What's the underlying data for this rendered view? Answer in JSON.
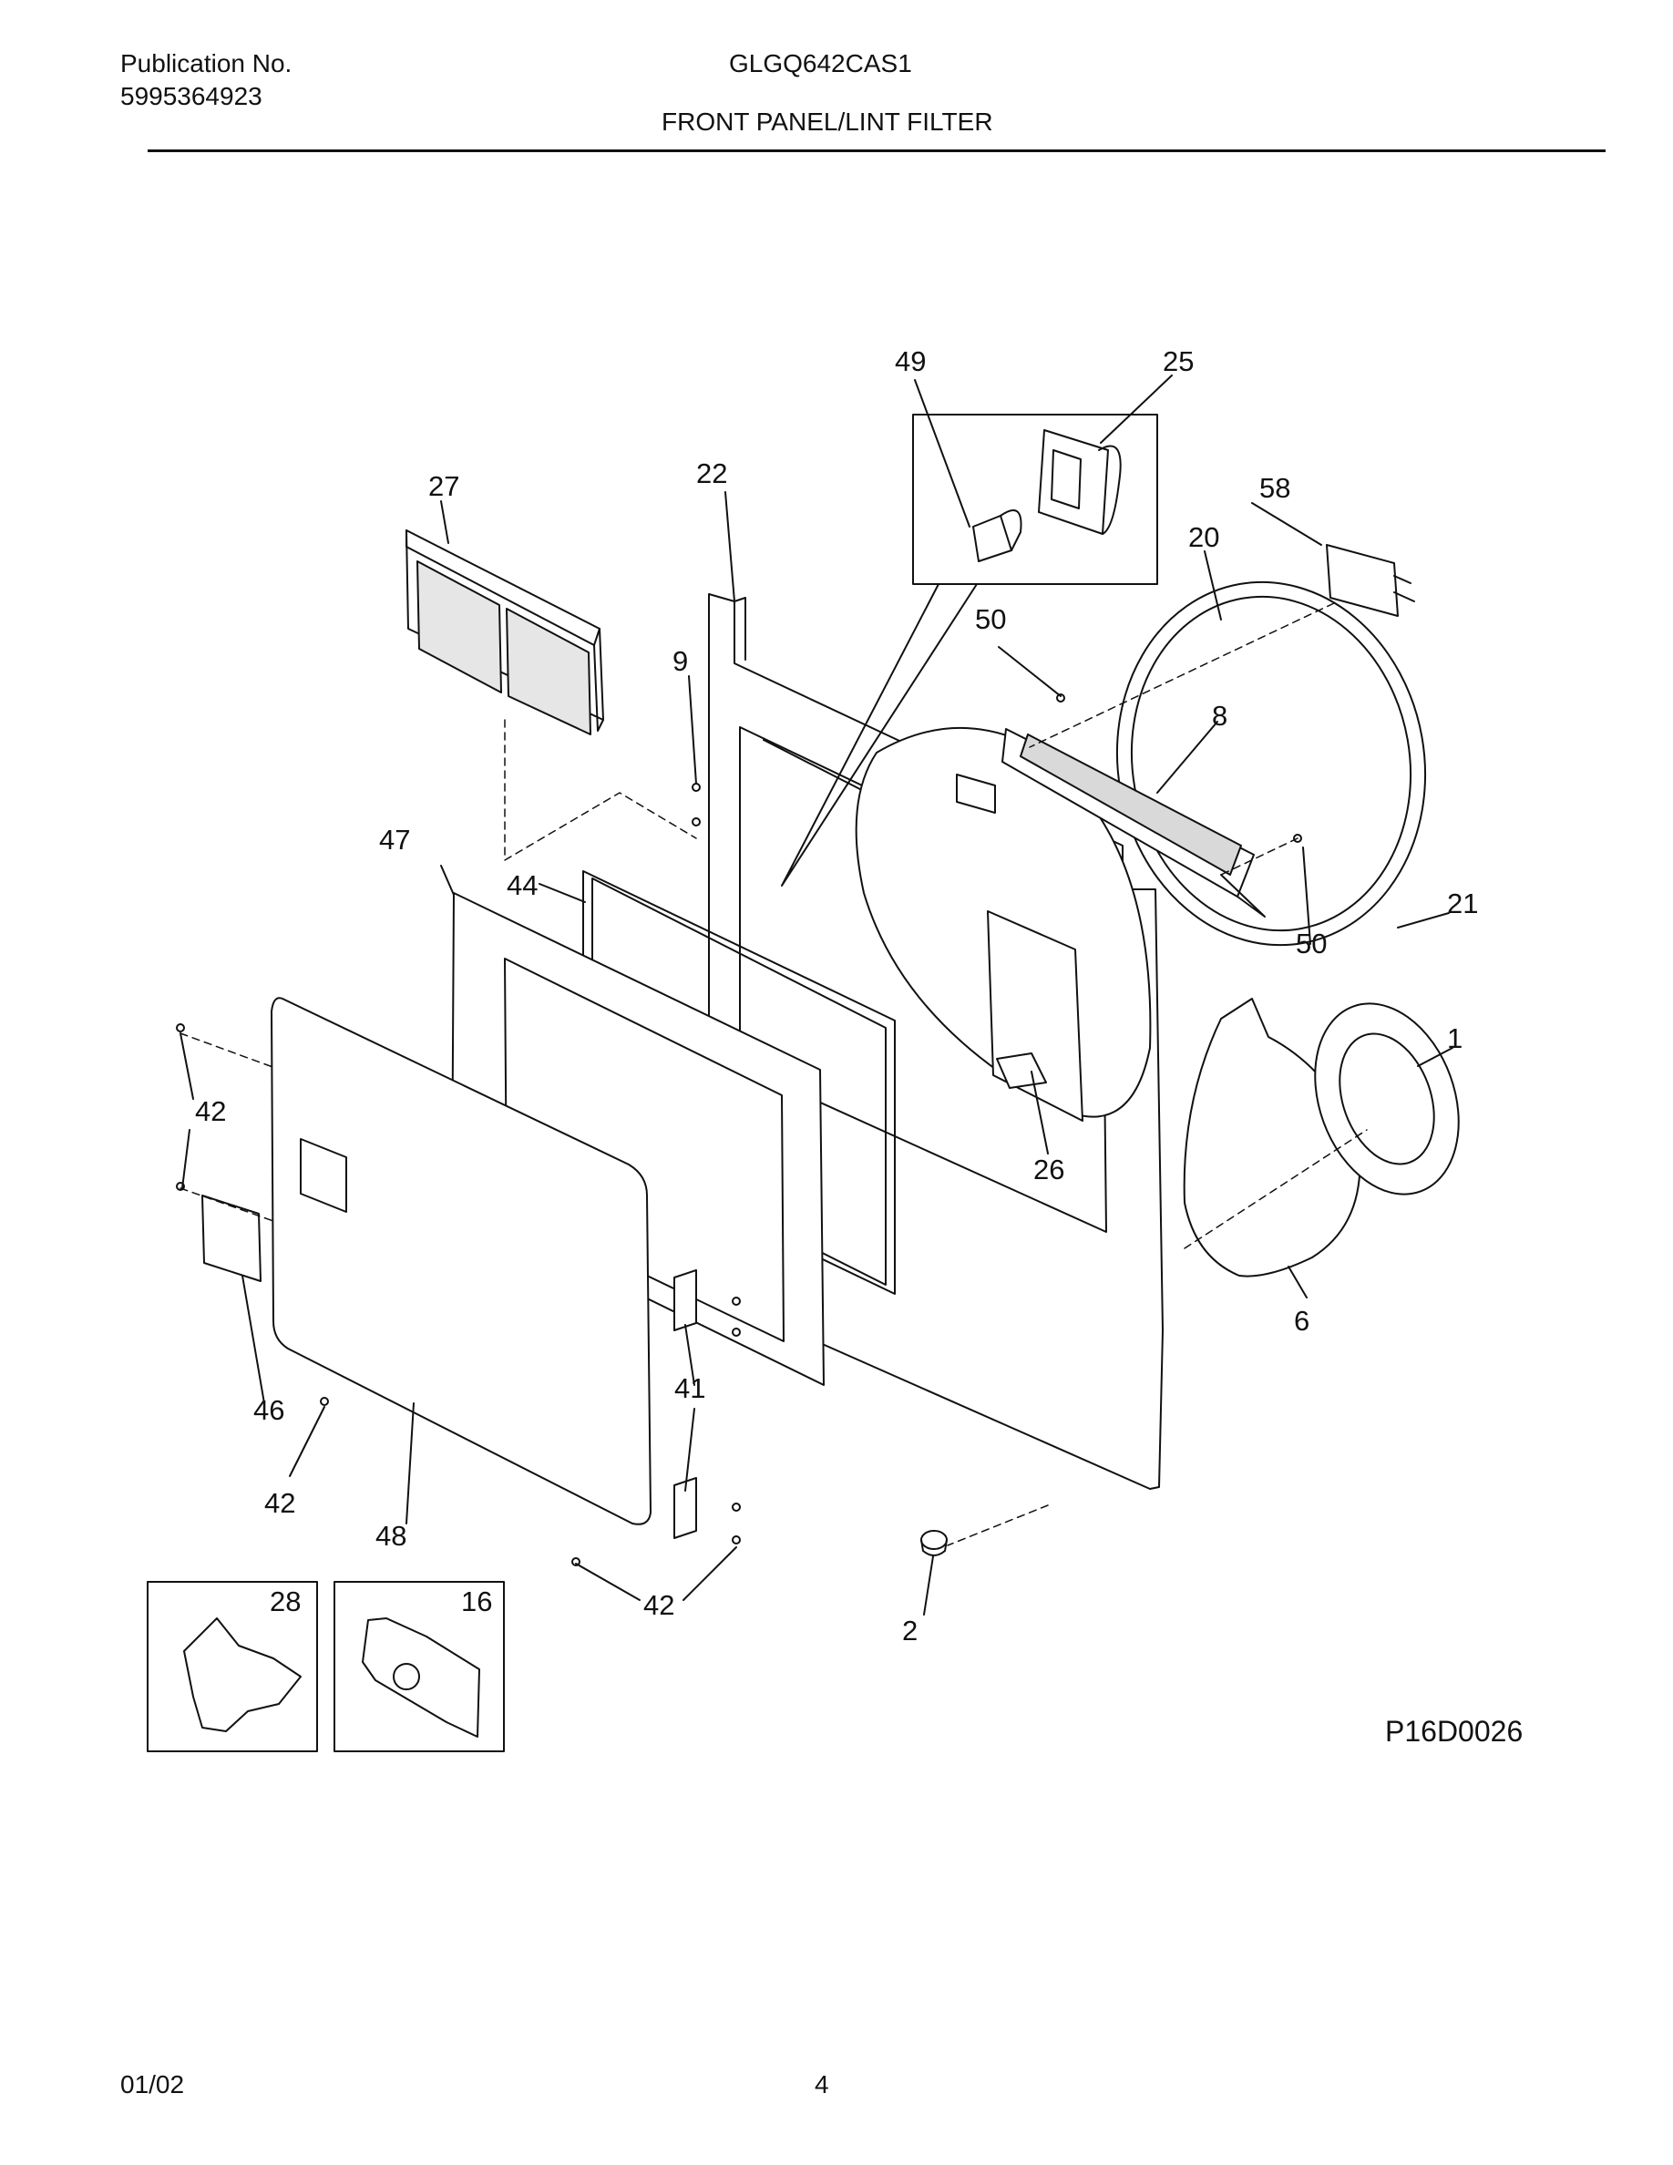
{
  "header": {
    "publication_label": "Publication No.",
    "publication_number": "5995364923",
    "model": "GLGQ642CAS1",
    "section_title": "FRONT PANEL/LINT FILTER"
  },
  "diagram_code": "P16D0026",
  "footer": {
    "date": "01/02",
    "page": "4"
  },
  "callouts": {
    "c49": "49",
    "c25": "25",
    "c27": "27",
    "c22": "22",
    "c58": "58",
    "c20": "20",
    "c9": "9",
    "c50a": "50",
    "c8": "8",
    "c47": "47",
    "c44": "44",
    "c21": "21",
    "c50b": "50",
    "c1": "1",
    "c42a": "42",
    "c26": "26",
    "c6": "6",
    "c41": "41",
    "c46": "46",
    "c42b": "42",
    "c48": "48",
    "c42c": "42",
    "c2": "2",
    "c28": "28",
    "c16": "16"
  }
}
